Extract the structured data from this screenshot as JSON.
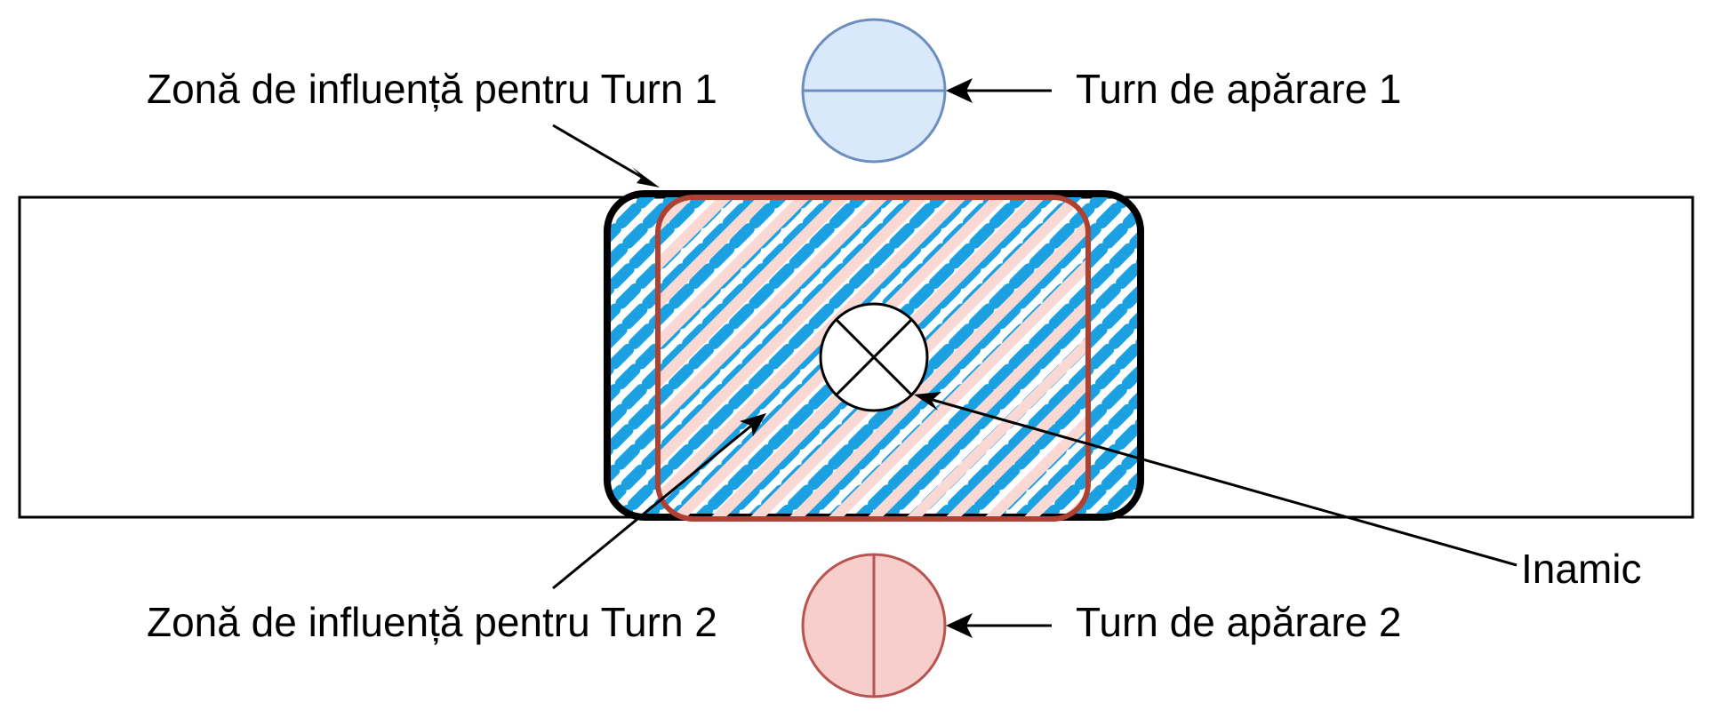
{
  "labels": {
    "zone_tower_1": "Zonă de influență pentru Turn 1",
    "zone_tower_2": "Zonă de influență pentru Turn 2",
    "tower_1": "Turn de apărare 1",
    "tower_2": "Turn de apărare 2",
    "enemy": "Inamic"
  },
  "colors": {
    "tower_1_fill": "#dae8fc",
    "tower_1_stroke": "#6c8ebf",
    "tower_2_fill": "#f8cecc",
    "tower_2_stroke": "#b85450",
    "zone_1_hatch": "#1ba1e2",
    "zone_2_hatch": "#fad9d5",
    "zone_2_border": "#ae4132",
    "outline": "#000000"
  },
  "icons": {
    "tower_1": "circle-horizontal-split-icon",
    "tower_2": "circle-vertical-split-icon",
    "enemy": "circle-x-icon"
  }
}
